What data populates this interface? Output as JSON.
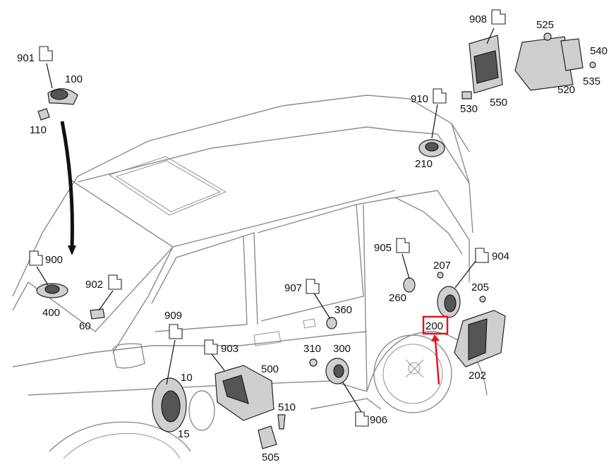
{
  "labels": {
    "c901": "901",
    "c100": "100",
    "c110": "110",
    "c908": "908",
    "c525": "525",
    "c540": "540",
    "c520": "520",
    "c535": "535",
    "c910": "910",
    "c530": "530",
    "c550": "550",
    "c210": "210",
    "c900": "900",
    "c400": "400",
    "c902": "902",
    "c60": "60",
    "c905": "905",
    "c260": "260",
    "c904": "904",
    "c207": "207",
    "c205": "205",
    "c200": "200",
    "c202": "202",
    "c907": "907",
    "c360": "360",
    "c909": "909",
    "c10": "10",
    "c15": "15",
    "c903": "903",
    "c500": "500",
    "c510": "510",
    "c505": "505",
    "c310": "310",
    "c300": "300",
    "c906": "906"
  },
  "highlight": {
    "label": "200",
    "color": "#e8141c"
  }
}
